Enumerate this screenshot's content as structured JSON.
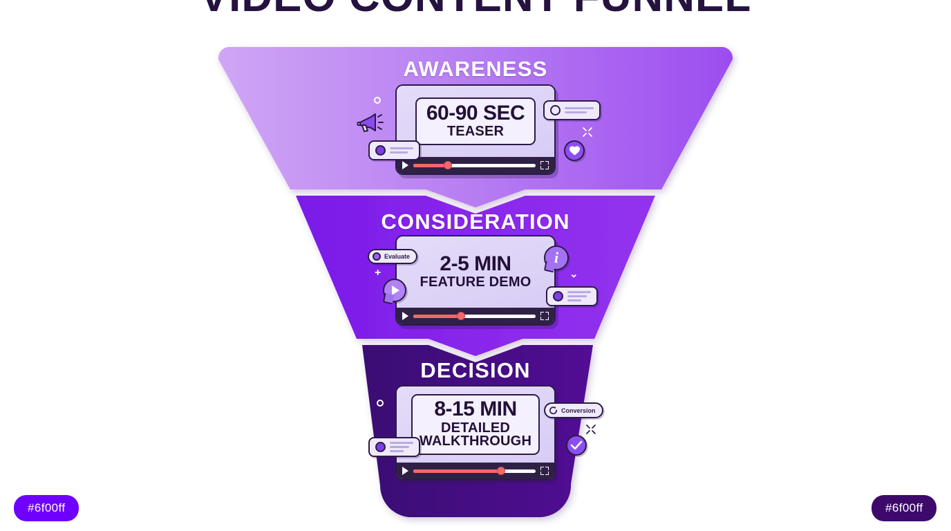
{
  "page": {
    "title": "VIDEO CONTENT FUNNEL",
    "background": "#ffffff"
  },
  "funnel": {
    "stages": [
      {
        "id": "awareness",
        "label": "AWARENESS",
        "gradient_from": "#c79af2",
        "gradient_to": "#9b4df0",
        "video": {
          "duration_line": "60-90 SEC",
          "type_line": "TEASER",
          "type_line_2": "",
          "progress_percent": 28
        },
        "chips": [
          {
            "name": "notification-card-left",
            "kind": "card"
          },
          {
            "name": "notification-card-right",
            "kind": "card-hollow"
          }
        ],
        "badges": [
          {
            "name": "heart-badge",
            "icon": "heart-icon"
          }
        ],
        "icons": [
          {
            "name": "megaphone-icon"
          }
        ],
        "decorations": [
          "ring",
          "sparkle"
        ]
      },
      {
        "id": "consideration",
        "label": "CONSIDERATION",
        "gradient_from": "#7a1fe8",
        "gradient_to": "#9333ee",
        "video": {
          "duration_line": "2-5 MIN",
          "type_line": "FEATURE DEMO",
          "type_line_2": "",
          "progress_percent": 39
        },
        "chips": [
          {
            "name": "notification-card-right",
            "kind": "card"
          }
        ],
        "badges": [
          {
            "name": "evaluate-badge",
            "label": "Evaluate"
          },
          {
            "name": "info-bubble-badge",
            "icon": "info-icon"
          },
          {
            "name": "play-bubble-badge",
            "icon": "play-icon"
          }
        ],
        "decorations": [
          "plus",
          "chevron-down-icon"
        ]
      },
      {
        "id": "decision",
        "label": "DECISION",
        "gradient_from": "#3d0a78",
        "gradient_to": "#4e0f8c",
        "video": {
          "duration_line": "8-15 MIN",
          "type_line": "DETAILED",
          "type_line_2": "WALKTHROUGH",
          "progress_percent": 72
        },
        "chips": [
          {
            "name": "notification-card-left",
            "kind": "card"
          }
        ],
        "badges": [
          {
            "name": "conversion-badge",
            "label": "Conversion",
            "icon": "refresh-icon"
          },
          {
            "name": "check-badge",
            "icon": "check-icon"
          }
        ],
        "decorations": [
          "ring",
          "sparkle-left",
          "sparkle-right"
        ]
      }
    ]
  },
  "swatches": [
    {
      "name": "swatch-left",
      "label": "#6f00ff",
      "color": "#6f00ff"
    },
    {
      "name": "swatch-right",
      "label": "#6f00ff",
      "color": "#3d0a6b"
    }
  ]
}
